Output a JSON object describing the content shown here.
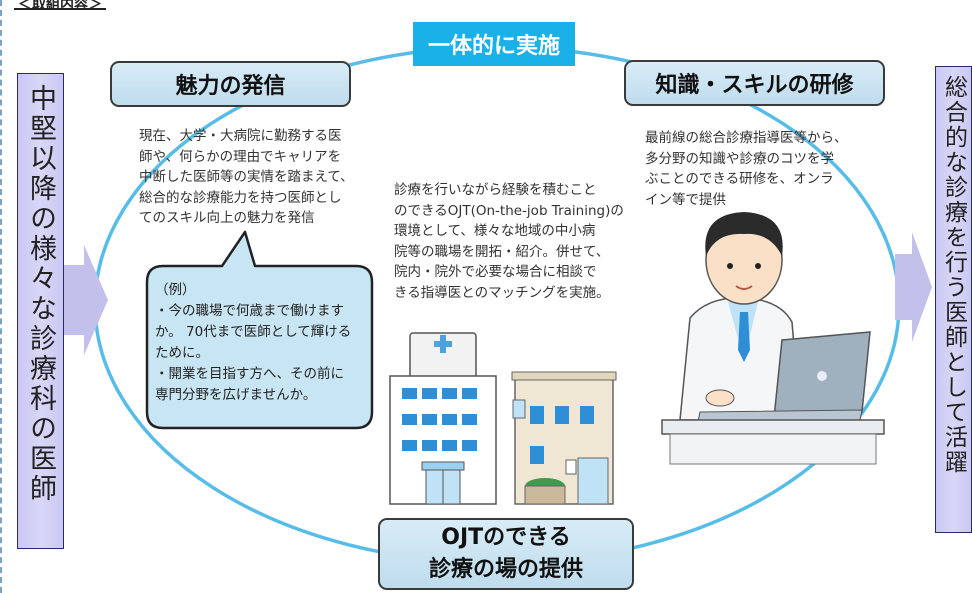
{
  "header": {
    "section_label": "＜取組内容＞"
  },
  "left_box": {
    "text": "中堅以降の様々な診療科の医師"
  },
  "right_box": {
    "text": "総合的な診療を行う医師として活躍"
  },
  "banner": {
    "text": "一体的に実施"
  },
  "appeal": {
    "title": "魅力の発信",
    "lines": [
      "現在、大学・大病院に勤務する医",
      "師や、何らかの理由でキャリアを",
      "中断した医師等の実情を踏まえて、",
      "総合的な診療能力を持つ医師とし",
      "てのスキル向上の魅力を発信"
    ]
  },
  "bubble": {
    "lines": [
      "（例）",
      "・今の職場で何歳まで働けます",
      "か。 70代まで医師として輝ける",
      "ために。",
      "・開業を目指す方へ、その前に",
      "専門分野を広げませんか。"
    ]
  },
  "ojt": {
    "lines": [
      "診療を行いながら経験を積むこと",
      "のできるOJT(On-the-job Training)の",
      "環境として、様々な地域の中小病",
      "院等の職場を開拓・紹介。併せて、",
      "院内・院外で必要な場合に相談で",
      "きる指導医とのマッチングを実施。"
    ],
    "title_line1": "OJTのできる",
    "title_line2": "診療の場の提供"
  },
  "skill": {
    "title": "知識・スキルの研修",
    "lines": [
      "最前線の総合診療指導医等から、",
      "多分野の知識や診療のコツを学",
      "ぶことのできる研修を、オンラ",
      "イン等で提供"
    ]
  },
  "colors": {
    "banner": "#1ab0e8",
    "circle": "#57bde8",
    "vertical_box": "#c9c8f2",
    "pill": "#d2e8f5",
    "arrow": "#c4c0ec"
  },
  "icons": [
    "hospital-icon",
    "clinic-icon",
    "doctor-at-laptop-icon",
    "speech-bubble",
    "flow-arrow"
  ]
}
